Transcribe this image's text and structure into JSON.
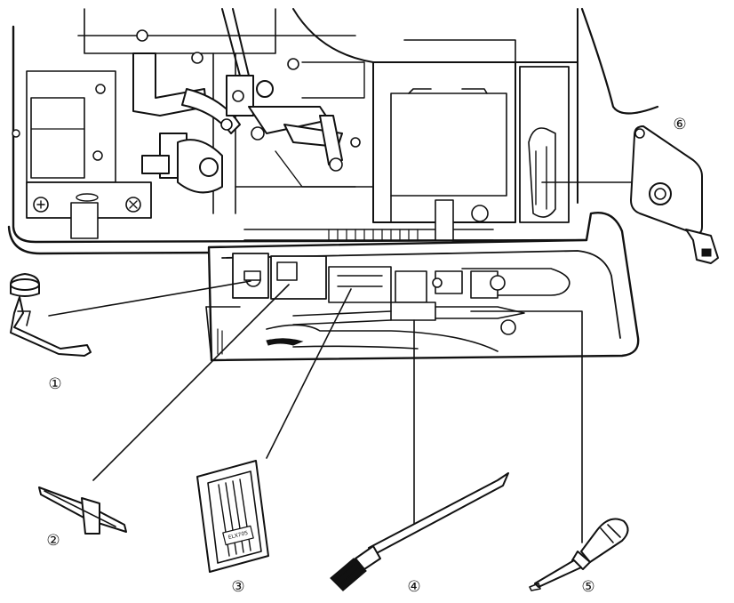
{
  "callouts": [
    {
      "id": "1",
      "label": "①"
    },
    {
      "id": "2",
      "label": "②"
    },
    {
      "id": "3",
      "label": "③"
    },
    {
      "id": "4",
      "label": "④"
    },
    {
      "id": "5",
      "label": "⑤"
    },
    {
      "id": "6",
      "label": "⑥"
    }
  ],
  "needle_pack": {
    "label": "ELX705"
  }
}
